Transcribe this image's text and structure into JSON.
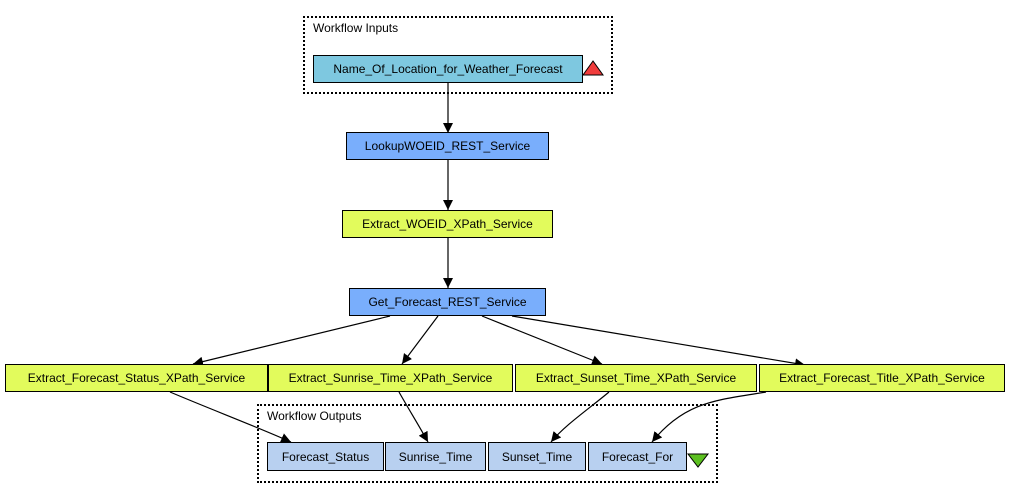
{
  "inputs_cluster": {
    "label": "Workflow Inputs"
  },
  "outputs_cluster": {
    "label": "Workflow Outputs"
  },
  "nodes": {
    "name_of_location": "Name_Of_Location_for_Weather_Forecast",
    "lookup_woeid": "LookupWOEID_REST_Service",
    "extract_woeid": "Extract_WOEID_XPath_Service",
    "get_forecast": "Get_Forecast_REST_Service",
    "extract_status": "Extract_Forecast_Status_XPath_Service",
    "extract_sunrise": "Extract_Sunrise_Time_XPath_Service",
    "extract_sunset": "Extract_Sunset_Time_XPath_Service",
    "extract_title": "Extract_Forecast_Title_XPath_Service",
    "forecast_status": "Forecast_Status",
    "sunrise_time": "Sunrise_Time",
    "sunset_time": "Sunset_Time",
    "forecast_for": "Forecast_For"
  },
  "colors": {
    "input": "#7ec8e0",
    "rest_service": "#79aefc",
    "xpath_service": "#e2fb5c",
    "output": "#b8d0f0",
    "input_marker": "#f03c3c",
    "output_marker": "#5cc020"
  },
  "icons": {
    "inputs_marker": "red-up-triangle-icon",
    "outputs_marker": "green-down-triangle-icon"
  }
}
